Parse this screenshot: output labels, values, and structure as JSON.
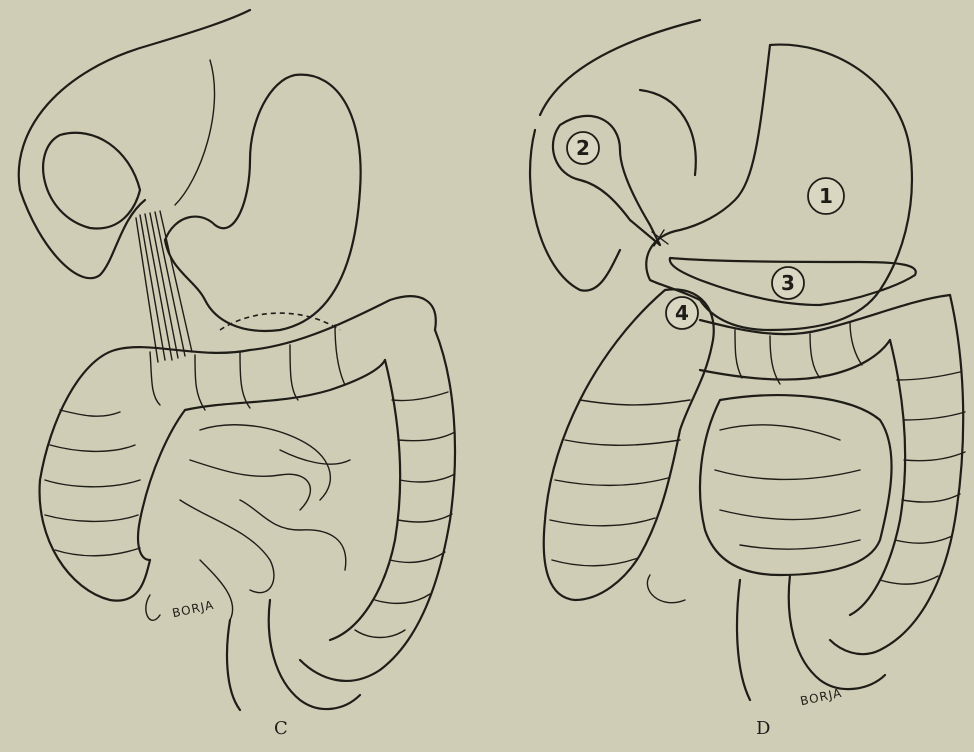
{
  "panels": [
    {
      "id": "C",
      "label": "C",
      "signature": "BORJA"
    },
    {
      "id": "D",
      "label": "D",
      "signature": "BORJA",
      "numbered_regions": [
        "1",
        "2",
        "3",
        "4"
      ]
    }
  ],
  "colors": {
    "paper": "#cfcdb6",
    "ink": "#1f1d18",
    "stipple": "#6f6b5a"
  }
}
